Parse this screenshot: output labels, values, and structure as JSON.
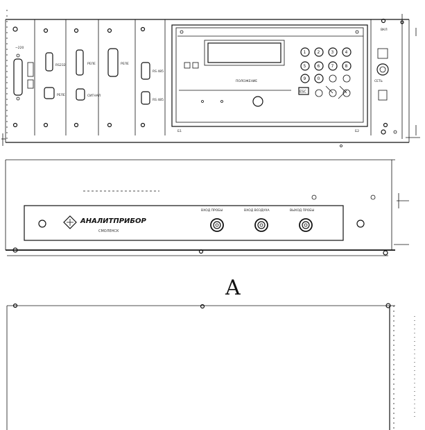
{
  "figure": {
    "label": "A"
  },
  "brand": {
    "name": "АНАЛИТПРИБОР",
    "city": "СМОЛЕНСК"
  },
  "keypad": {
    "keys": [
      "1",
      "2",
      "3",
      "4",
      "5",
      "6",
      "7",
      "8",
      "9",
      "0"
    ],
    "esc_label": "ESC"
  },
  "display": {
    "label": "ПОЛОЖЕНИЕ"
  },
  "connector_labels": {
    "power": "~220",
    "rs232": "RS232",
    "relay1": "РЕЛЕ",
    "relay2": "РЕЛЕ",
    "relay3": "РЕЛЕ",
    "signal": "СИГНАЛ",
    "rs485a": "RS 485",
    "rs485b": "RS 485"
  },
  "ports": {
    "gas_in": "ВХОД ПРОБЫ",
    "air_in": "ВХОД ВОЗДУХА",
    "gas_out": "ВЫХОД ПРОБЫ"
  },
  "side_labels": {
    "top": "ВКЛ",
    "mid": "СЕТЬ"
  },
  "marks": {
    "left": "Б1",
    "right": "Б2"
  }
}
